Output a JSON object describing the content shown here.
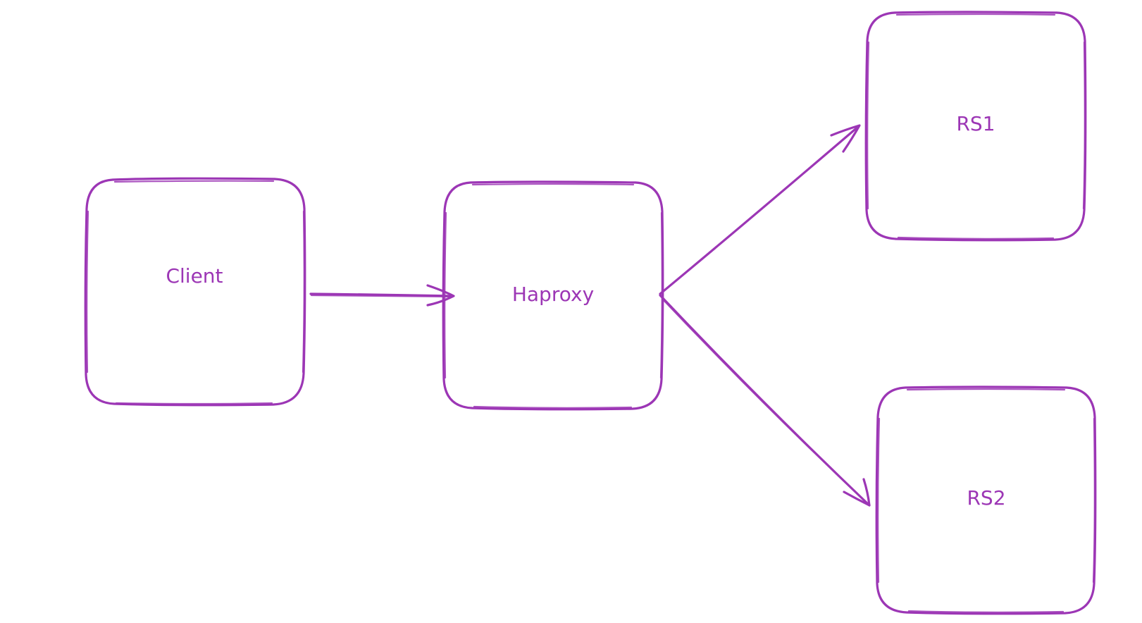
{
  "diagram": {
    "stroke_color": "#9c36b5",
    "background": "#ffffff",
    "nodes": [
      {
        "id": "client",
        "label": "Client"
      },
      {
        "id": "haproxy",
        "label": "Haproxy"
      },
      {
        "id": "rs1",
        "label": "RS1"
      },
      {
        "id": "rs2",
        "label": "RS2"
      }
    ],
    "edges": [
      {
        "from": "client",
        "to": "haproxy"
      },
      {
        "from": "haproxy",
        "to": "rs1"
      },
      {
        "from": "haproxy",
        "to": "rs2"
      }
    ]
  }
}
